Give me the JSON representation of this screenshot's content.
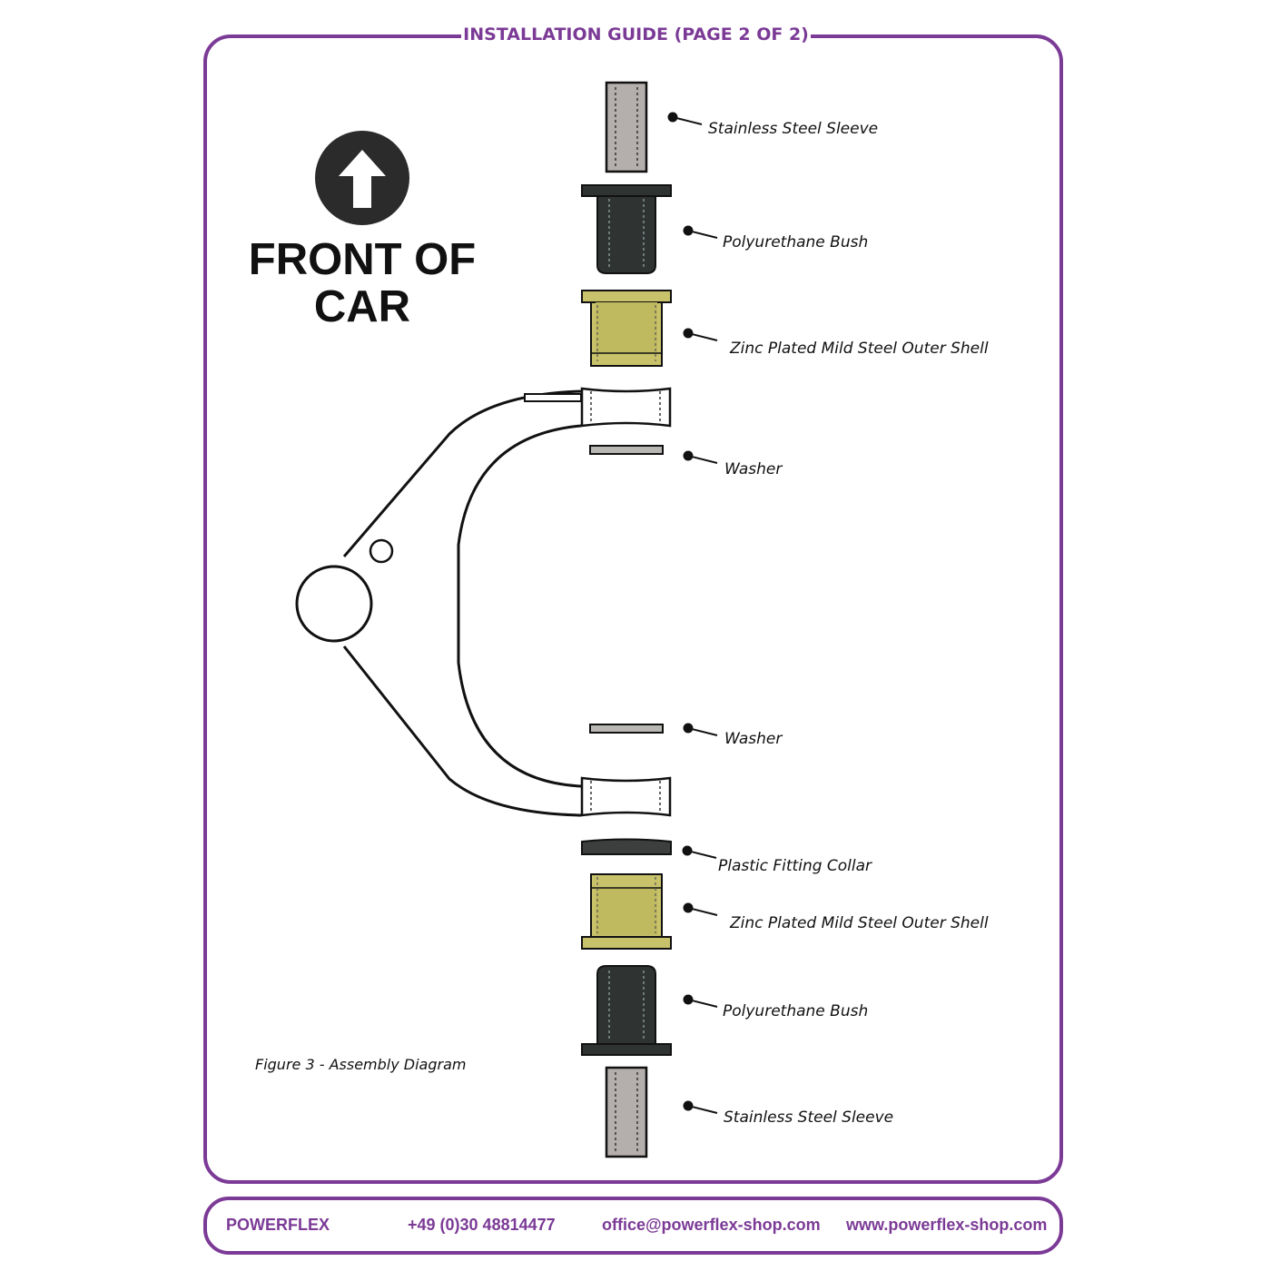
{
  "header": {
    "title": "INSTALLATION GUIDE (PAGE 2 OF 2)"
  },
  "front_marker": {
    "line1": "FRONT OF",
    "line2": "CAR",
    "icon": "up-arrow-icon"
  },
  "caption": "Figure 3 - Assembly Diagram",
  "labels": {
    "top_sleeve": "Stainless Steel Sleeve",
    "top_bush": "Polyurethane Bush",
    "top_shell": "Zinc Plated Mild Steel Outer Shell",
    "top_washer": "Washer",
    "bottom_washer": "Washer",
    "collar": "Plastic Fitting Collar",
    "bottom_shell": "Zinc Plated Mild Steel Outer Shell",
    "bottom_bush": "Polyurethane Bush",
    "bottom_sleeve": "Stainless Steel Sleeve"
  },
  "footer": {
    "brand": "POWERFLEX",
    "phone": "+49 (0)30 48814477",
    "email": "office@powerflex-shop.com",
    "website": "www.powerflex-shop.com"
  },
  "colors": {
    "frame": "#7b3a96",
    "sleeve": "#b4aeac",
    "bush": "#2f3433",
    "shell": "#c8c36b",
    "washer": "#b9b7b3"
  }
}
